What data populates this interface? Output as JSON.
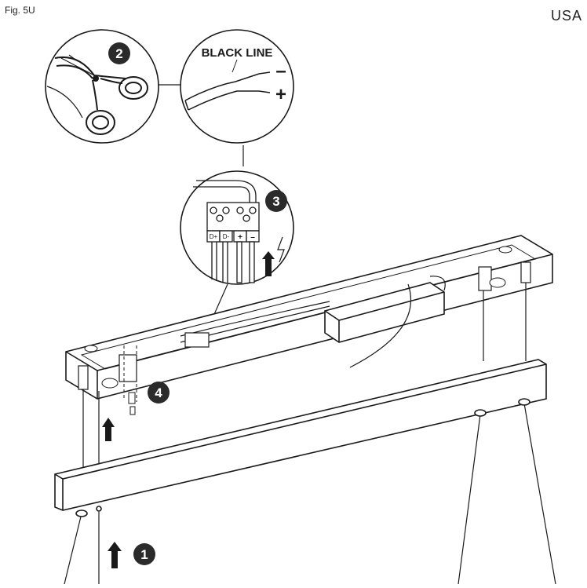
{
  "figure": {
    "label": "Fig. 5U",
    "region": "USA"
  },
  "wire_callout": {
    "text": "BLACK LINE",
    "minus": "–",
    "plus": "+"
  },
  "terminal_labels": [
    "D+",
    "D-",
    "+",
    "–"
  ],
  "steps": [
    "1",
    "2",
    "3",
    "4"
  ],
  "icons": [
    "scissors-icon",
    "lightning-icon",
    "arrow-up-icon"
  ],
  "colors": {
    "line": "#1a1a1a",
    "badge": "#2b2b2b",
    "badge_text": "#ffffff",
    "fill": "#ffffff"
  }
}
